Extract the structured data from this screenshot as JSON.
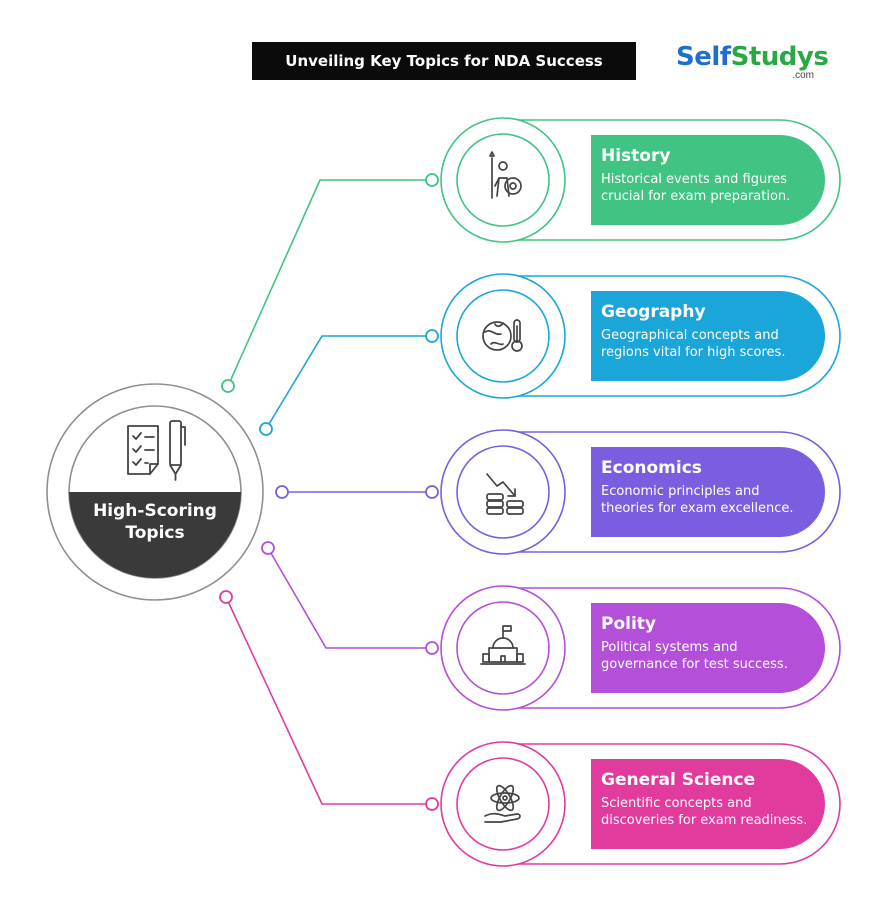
{
  "title": "Unveiling Key Topics for NDA Success",
  "logo": {
    "self": "Self",
    "studys": "Studys",
    "com": ".com"
  },
  "center": {
    "line1": "High-Scoring",
    "line2": "Topics"
  },
  "topics": [
    {
      "title": "History",
      "desc1": "Historical events and figures",
      "desc2": "crucial for exam preparation.",
      "color": "#40c383",
      "icon": "warrior-icon"
    },
    {
      "title": "Geography",
      "desc1": "Geographical concepts and",
      "desc2": "regions vital for high scores.",
      "color": "#1aa6d9",
      "icon": "globe-thermometer-icon"
    },
    {
      "title": "Economics",
      "desc1": "Economic principles and",
      "desc2": "theories for exam excellence.",
      "color": "#7b5ee0",
      "icon": "coins-decline-icon"
    },
    {
      "title": "Polity",
      "desc1": "Political systems and",
      "desc2": "governance for test success.",
      "color": "#b44fd9",
      "icon": "parliament-icon"
    },
    {
      "title": "General Science",
      "desc1": "Scientific concepts and",
      "desc2": "discoveries for exam readiness.",
      "color": "#e23b9e",
      "icon": "atom-hand-icon"
    }
  ]
}
